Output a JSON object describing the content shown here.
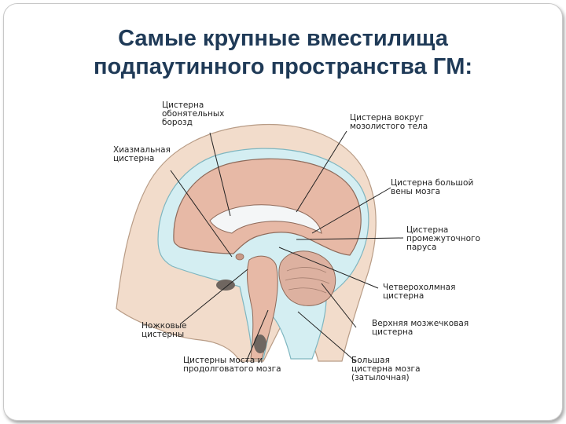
{
  "title": {
    "line1": "Самые крупные вместилища",
    "line2": "подпаутинного пространства ГМ:"
  },
  "labels": {
    "olfactory": [
      "Цистерна",
      "обонятельных",
      "борозд"
    ],
    "chiasmal": [
      "Хиазмальная",
      "цистерна"
    ],
    "callosal": [
      "Цистерна  вокруг",
      "мозолистого тела"
    ],
    "great_vein": [
      "Цистерна большой",
      "вены мозга"
    ],
    "velum": [
      "Цистерна",
      "промежуточного",
      "паруса"
    ],
    "quadrigeminal": [
      "Четверохолмная",
      "цистерна"
    ],
    "crural": [
      "Ножковые",
      "цистерны"
    ],
    "superior_cerebellar": [
      "Верхняя мозжечковая",
      "цистерна"
    ],
    "pontomedullary": [
      "Цистерны моста и",
      "продолговатого мозга"
    ],
    "magna": [
      "Большая",
      "цистерна мозга",
      "(затылочная)"
    ]
  },
  "colors": {
    "title": "#1f3a57",
    "skin": "#f2dccb",
    "skin_edge": "#b89c86",
    "csf": "#d4eef2",
    "csf_edge": "#7fb6c0",
    "brain": "#e7b9a6",
    "brain_edge": "#8e6a5a",
    "dark": "#6f6660",
    "leader": "#222222"
  }
}
